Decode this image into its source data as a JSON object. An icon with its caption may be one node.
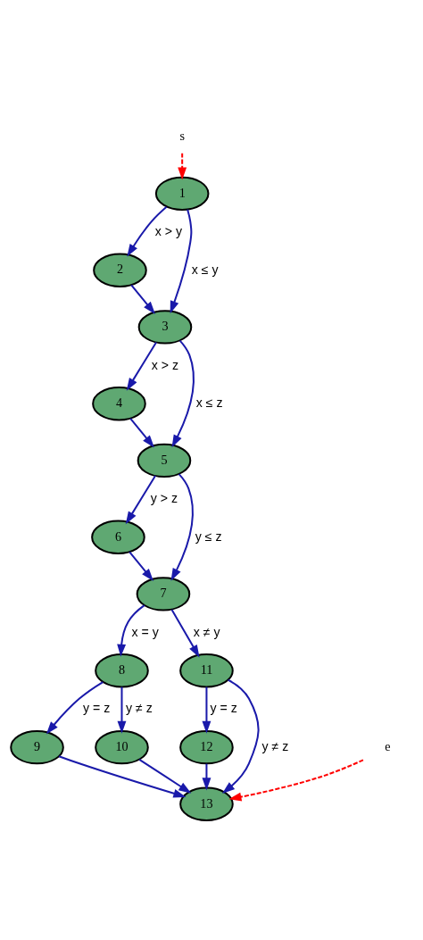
{
  "diagram": {
    "nodes": [
      {
        "text": [
          "s"
        ]
      },
      {
        "text": [
          "1"
        ]
      },
      {
        "text": [
          "2"
        ]
      },
      {
        "text": [
          "3"
        ]
      },
      {
        "text": [
          "4"
        ]
      },
      {
        "text": [
          "5"
        ]
      },
      {
        "text": [
          "6"
        ]
      },
      {
        "text": [
          "7"
        ]
      },
      {
        "text": [
          "8"
        ]
      },
      {
        "text": [
          "9"
        ]
      },
      {
        "text": [
          "10"
        ]
      },
      {
        "text": [
          "11"
        ]
      },
      {
        "text": [
          "12"
        ]
      },
      {
        "text": [
          "13"
        ]
      },
      {
        "text": [
          "e"
        ]
      }
    ],
    "edges": [
      {
        "from": 0,
        "to": 1,
        "arrow": "to",
        "style": "dashed",
        "color": "#ff0000"
      },
      {
        "from": 1,
        "to": 2,
        "arrow": "to",
        "label": "x > y"
      },
      {
        "from": 1,
        "to": 3,
        "arrow": "to",
        "label": "x ≤ y"
      },
      {
        "from": 2,
        "to": 3,
        "arrow": "to"
      },
      {
        "from": 3,
        "to": 4,
        "arrow": "to",
        "label": "x > z"
      },
      {
        "from": 3,
        "to": 5,
        "arrow": "to",
        "label": "x ≤ z"
      },
      {
        "from": 4,
        "to": 5,
        "arrow": "to"
      },
      {
        "from": 5,
        "to": 6,
        "arrow": "to",
        "label": "y > z"
      },
      {
        "from": 5,
        "to": 7,
        "arrow": "to",
        "label": "y ≤ z"
      },
      {
        "from": 6,
        "to": 7,
        "arrow": "to"
      },
      {
        "from": 7,
        "to": 8,
        "arrow": "to",
        "label": "x = y"
      },
      {
        "from": 7,
        "to": 11,
        "arrow": "to",
        "label": "x ≠ y"
      },
      {
        "from": 8,
        "to": 9,
        "arrow": "to",
        "label": "y = z"
      },
      {
        "from": 8,
        "to": 10,
        "arrow": "to",
        "label": "y ≠ z"
      },
      {
        "from": 11,
        "to": 12,
        "arrow": "to",
        "label": "y = z"
      },
      {
        "from": 11,
        "to": 13,
        "arrow": "to",
        "label": "y ≠ z"
      },
      {
        "from": 9,
        "to": 13,
        "arrow": "to"
      },
      {
        "from": 10,
        "to": 13,
        "arrow": "to"
      },
      {
        "from": 12,
        "to": 13,
        "arrow": "to"
      },
      {
        "from": 14,
        "to": 13,
        "arrow": "to",
        "style": "dashed",
        "color": "#ff0000"
      }
    ]
  }
}
